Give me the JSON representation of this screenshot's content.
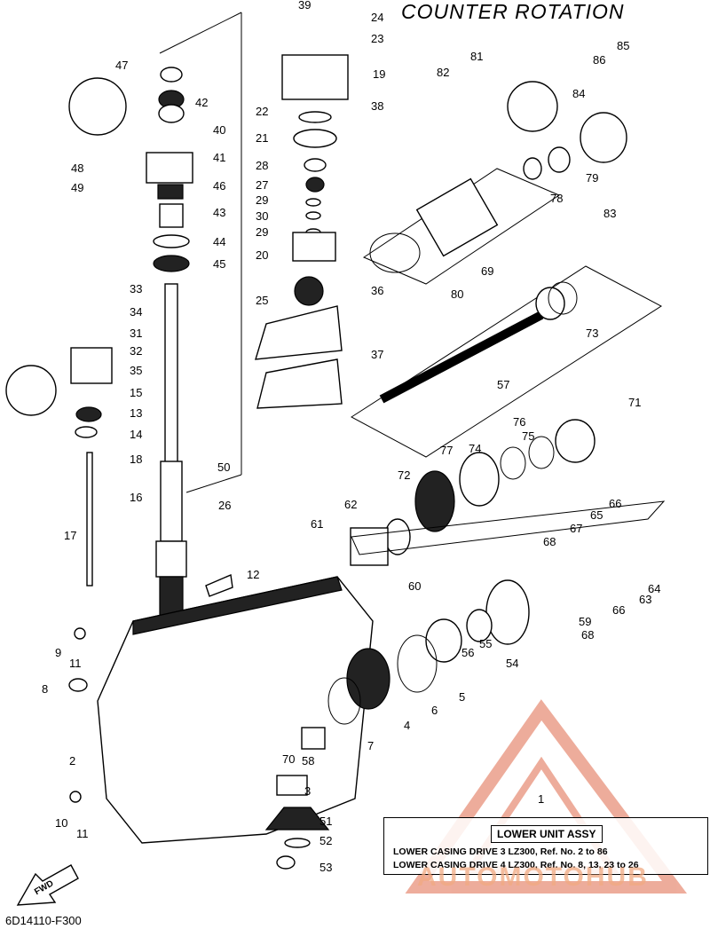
{
  "title": "COUNTER ROTATION",
  "diagram_code": "6D14110-F300",
  "legend": {
    "ref_number": "1",
    "title": "LOWER UNIT ASSY",
    "lines": [
      "LOWER CASING DRIVE 3 LZ300, Ref. No. 2 to 86",
      "LOWER CASING DRIVE 4 LZ300, Ref. No. 8, 13, 23 to 26"
    ]
  },
  "direction_label": "FWD",
  "watermark": "AUTOMOTOHUB",
  "part_labels": [
    "2",
    "3",
    "4",
    "5",
    "6",
    "7",
    "8",
    "9",
    "10",
    "11",
    "11",
    "12",
    "13",
    "14",
    "15",
    "16",
    "17",
    "18",
    "19",
    "20",
    "21",
    "22",
    "23",
    "24",
    "25",
    "26",
    "27",
    "28",
    "29",
    "29",
    "30",
    "31",
    "32",
    "33",
    "34",
    "35",
    "36",
    "37",
    "38",
    "39",
    "40",
    "41",
    "42",
    "43",
    "44",
    "45",
    "46",
    "47",
    "48",
    "49",
    "50",
    "51",
    "52",
    "53",
    "54",
    "55",
    "56",
    "57",
    "58",
    "59",
    "60",
    "61",
    "62",
    "63",
    "64",
    "65",
    "66",
    "66",
    "67",
    "68",
    "68",
    "69",
    "70",
    "71",
    "72",
    "73",
    "74",
    "75",
    "76",
    "77",
    "78",
    "79",
    "80",
    "81",
    "82",
    "83",
    "84",
    "85",
    "86"
  ],
  "colors": {
    "line": "#000000",
    "watermark": "#e06a4a"
  }
}
